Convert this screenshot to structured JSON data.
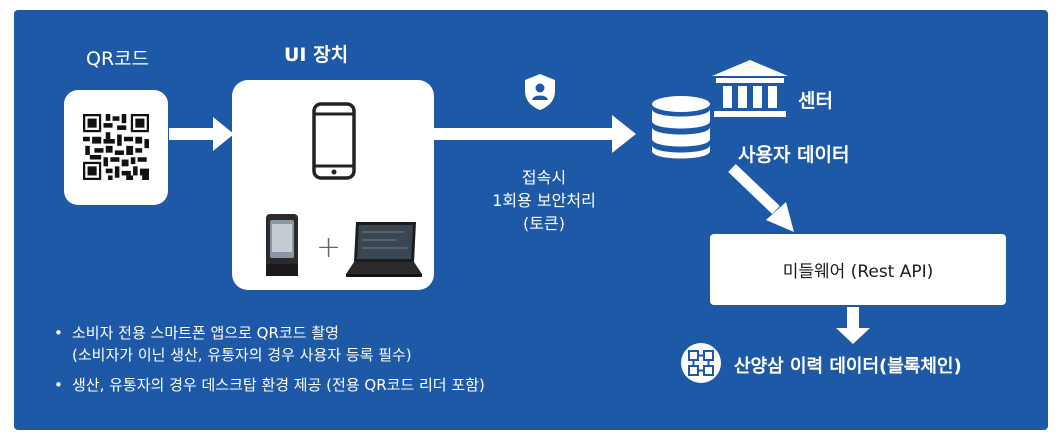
{
  "qr": {
    "title": "QR코드"
  },
  "ui": {
    "title": "UI 장치",
    "plus": "+"
  },
  "link": {
    "line1": "접속시",
    "line2": "1회용 보안처리",
    "line3": "(토큰)"
  },
  "center": {
    "title": "센터",
    "subtitle": "사용자 데이터"
  },
  "middleware": {
    "label": "미들웨어 (Rest API)"
  },
  "blockchain": {
    "label": "산양삼 이력 데이터(블록체인)"
  },
  "notes": [
    {
      "line1": "소비자 전용 스마트폰 앱으로 QR코드 촬영",
      "line2": "(소비자가 이닌 생산, 유통자의 경우 사용자 등록 필수)"
    },
    {
      "line1": "생산, 유통자의 경우 데스크탑 환경 제공 (전용 QR코드 리더 포함)"
    }
  ],
  "icons": [
    "qr-code-icon",
    "smartphone-icon",
    "qr-reader-icon",
    "laptop-icon",
    "shield-user-icon",
    "bank-icon",
    "database-icon",
    "blockchain-icon"
  ],
  "colors": {
    "background": "#1d59a6",
    "box": "#ffffff",
    "dark": "#1a1a1a"
  }
}
